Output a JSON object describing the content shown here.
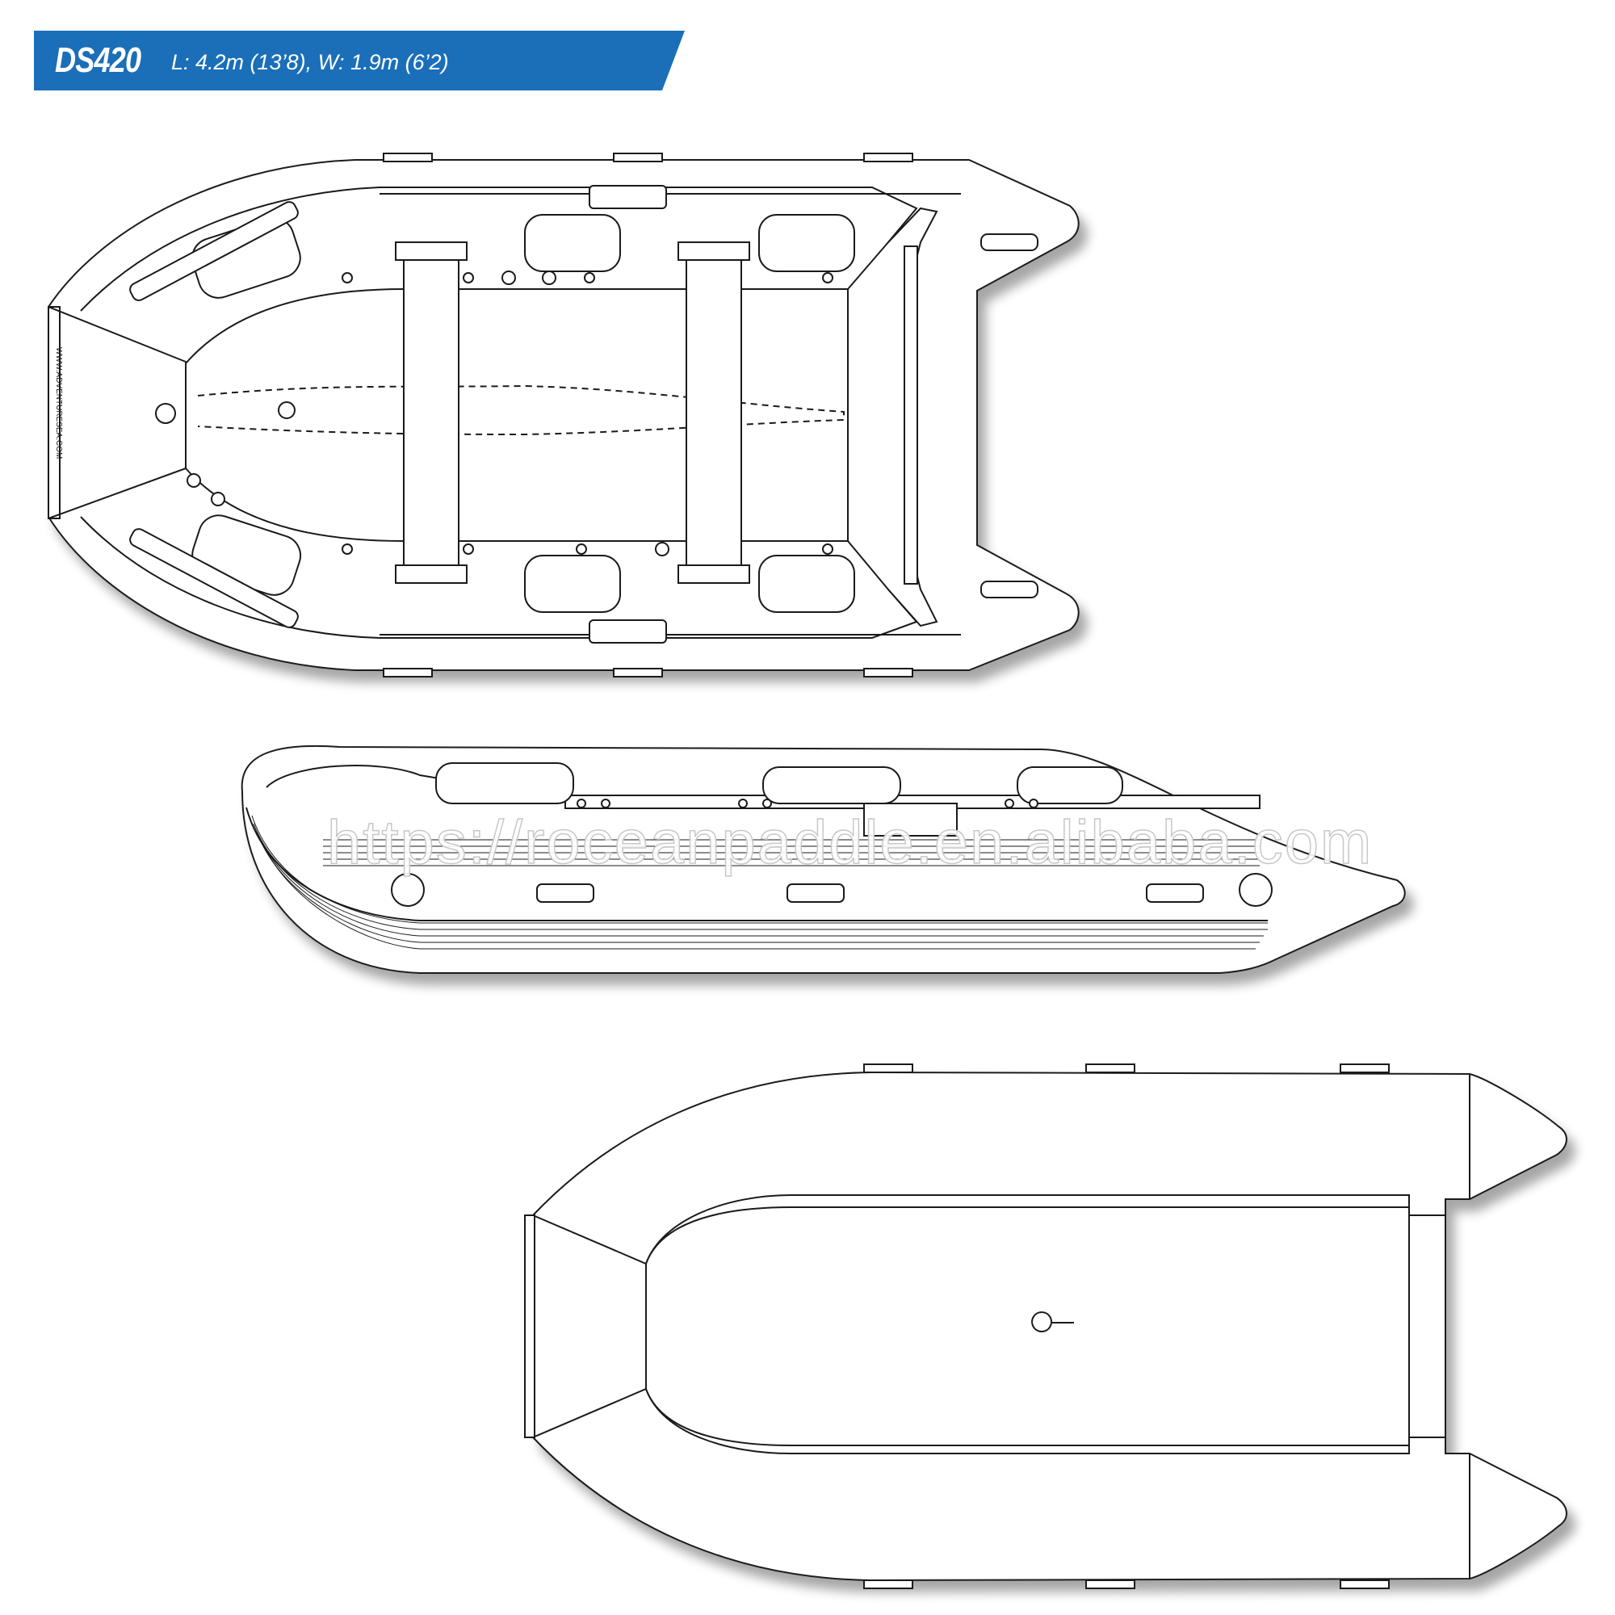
{
  "header": {
    "model": "DS420",
    "dimensions": "L: 4.2m (13’8), W: 1.9m (6’2)",
    "banner_color": "#1a6fb8"
  },
  "views": [
    {
      "name": "top-view"
    },
    {
      "name": "side-view"
    },
    {
      "name": "bottom-view"
    }
  ],
  "transom_text": "WWW.ADVENTURESEA.COM",
  "watermark": "https://roceanpaddle.en.alibaba.com",
  "colors": {
    "line": "#1a1a1a",
    "fill": "#ffffff",
    "shadow": "#d9d9d9"
  }
}
